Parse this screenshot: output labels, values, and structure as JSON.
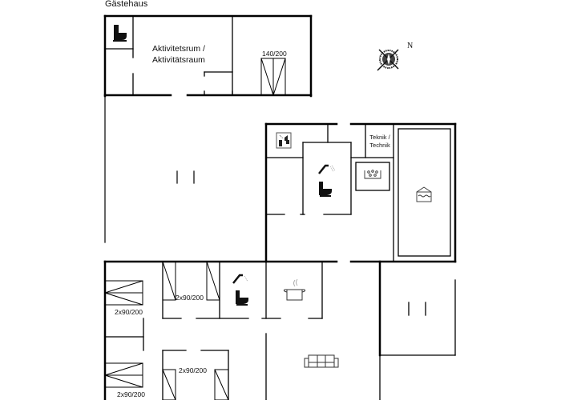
{
  "title": "Gästehaus",
  "compass": {
    "north_label": "N"
  },
  "rooms": {
    "activity_room": {
      "label_line1": "Aktivitetsrum /",
      "label_line2": "Aktivitätsraum"
    },
    "technical_room": {
      "label_line1": "Teknik /",
      "label_line2": "Technik"
    }
  },
  "beds": {
    "activity_bed": "140/200",
    "bedroom_left_top": "2x90/200",
    "bedroom_mid_top": "2x90/200",
    "bedroom_mid_bottom": "2x90/200",
    "bedroom_left_bottom": "2x90/200"
  },
  "icons": [
    "toilet-icon",
    "compass-rose-icon",
    "sauna-icon",
    "shower-icon",
    "spa-jacuzzi-icon",
    "pool-icon",
    "kitchen-pot-icon",
    "sofa-icon"
  ],
  "colors": {
    "wall": "#000000",
    "background": "#ffffff",
    "fixture": "#333333"
  }
}
